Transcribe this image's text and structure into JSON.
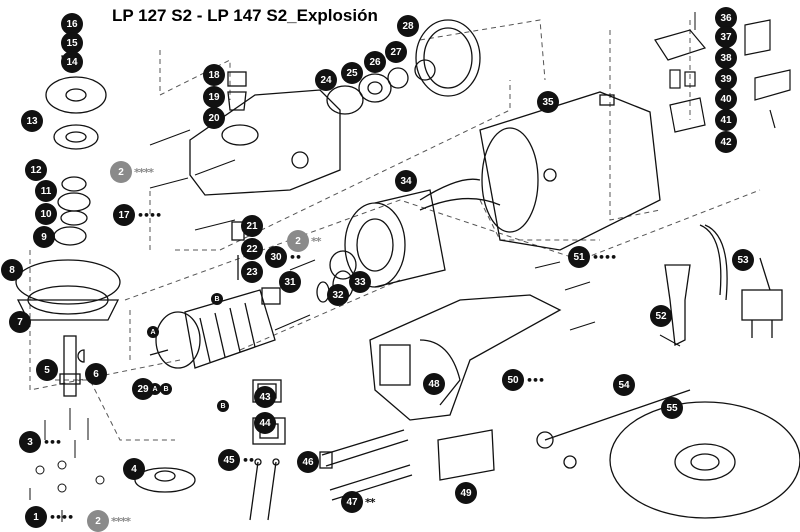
{
  "title": "LP 127 S2 - LP 147 S2_Explosión",
  "callouts": [
    {
      "id": "16",
      "suffix": ""
    },
    {
      "id": "15",
      "suffix": ""
    },
    {
      "id": "14",
      "suffix": ""
    },
    {
      "id": "13",
      "suffix": ""
    },
    {
      "id": "12",
      "suffix": ""
    },
    {
      "id": "11",
      "suffix": ""
    },
    {
      "id": "10",
      "suffix": ""
    },
    {
      "id": "9",
      "suffix": ""
    },
    {
      "id": "8",
      "suffix": ""
    },
    {
      "id": "7",
      "suffix": ""
    },
    {
      "id": "5",
      "suffix": ""
    },
    {
      "id": "6",
      "suffix": ""
    },
    {
      "id": "3",
      "suffix": "•••"
    },
    {
      "id": "4",
      "suffix": ""
    },
    {
      "id": "1",
      "suffix": "••••"
    },
    {
      "id": "2",
      "suffix": "****",
      "variant": "gray"
    },
    {
      "id": "18",
      "suffix": ""
    },
    {
      "id": "19",
      "suffix": ""
    },
    {
      "id": "20",
      "suffix": ""
    },
    {
      "id": "2",
      "suffix": "****",
      "variant": "gray"
    },
    {
      "id": "17",
      "suffix": "••••"
    },
    {
      "id": "21",
      "suffix": ""
    },
    {
      "id": "22",
      "suffix": ""
    },
    {
      "id": "23",
      "suffix": ""
    },
    {
      "id": "28",
      "suffix": ""
    },
    {
      "id": "27",
      "suffix": ""
    },
    {
      "id": "26",
      "suffix": ""
    },
    {
      "id": "25",
      "suffix": ""
    },
    {
      "id": "24",
      "suffix": ""
    },
    {
      "id": "35",
      "suffix": ""
    },
    {
      "id": "34",
      "suffix": ""
    },
    {
      "id": "2",
      "suffix": "**",
      "variant": "gray"
    },
    {
      "id": "30",
      "suffix": "••"
    },
    {
      "id": "31",
      "suffix": ""
    },
    {
      "id": "32",
      "suffix": ""
    },
    {
      "id": "33",
      "suffix": ""
    },
    {
      "id": "29",
      "suffix": ""
    },
    {
      "id": "51",
      "suffix": "••••"
    },
    {
      "id": "53",
      "suffix": ""
    },
    {
      "id": "52",
      "suffix": ""
    },
    {
      "id": "50",
      "suffix": "•••"
    },
    {
      "id": "48",
      "suffix": ""
    },
    {
      "id": "43",
      "suffix": ""
    },
    {
      "id": "44",
      "suffix": ""
    },
    {
      "id": "45",
      "suffix": "••"
    },
    {
      "id": "46",
      "suffix": ""
    },
    {
      "id": "47",
      "suffix": "**"
    },
    {
      "id": "49",
      "suffix": ""
    },
    {
      "id": "54",
      "suffix": ""
    },
    {
      "id": "55",
      "suffix": ""
    },
    {
      "id": "36",
      "suffix": ""
    },
    {
      "id": "37",
      "suffix": ""
    },
    {
      "id": "38",
      "suffix": ""
    },
    {
      "id": "39",
      "suffix": ""
    },
    {
      "id": "40",
      "suffix": ""
    },
    {
      "id": "41",
      "suffix": ""
    },
    {
      "id": "42",
      "suffix": ""
    }
  ],
  "minis": [
    {
      "text": "A"
    },
    {
      "text": "B"
    },
    {
      "text": "A"
    },
    {
      "text": "B"
    },
    {
      "text": "B"
    }
  ],
  "colors": {
    "ink": "#111111",
    "gray_badge": "#8a8a8a",
    "dash": "#555555"
  }
}
